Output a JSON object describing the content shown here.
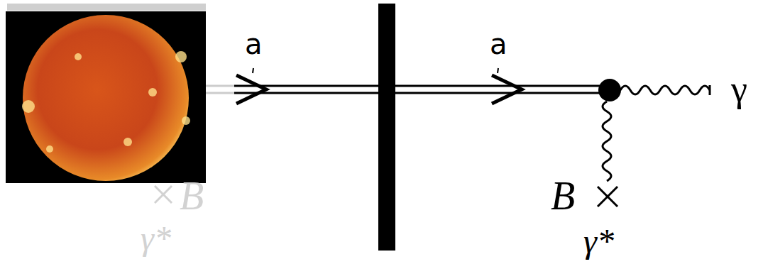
{
  "diagram": {
    "labels": [
      "a",
      "a",
      "γ",
      "B",
      "B",
      "γ*",
      "γ*"
    ]
  }
}
